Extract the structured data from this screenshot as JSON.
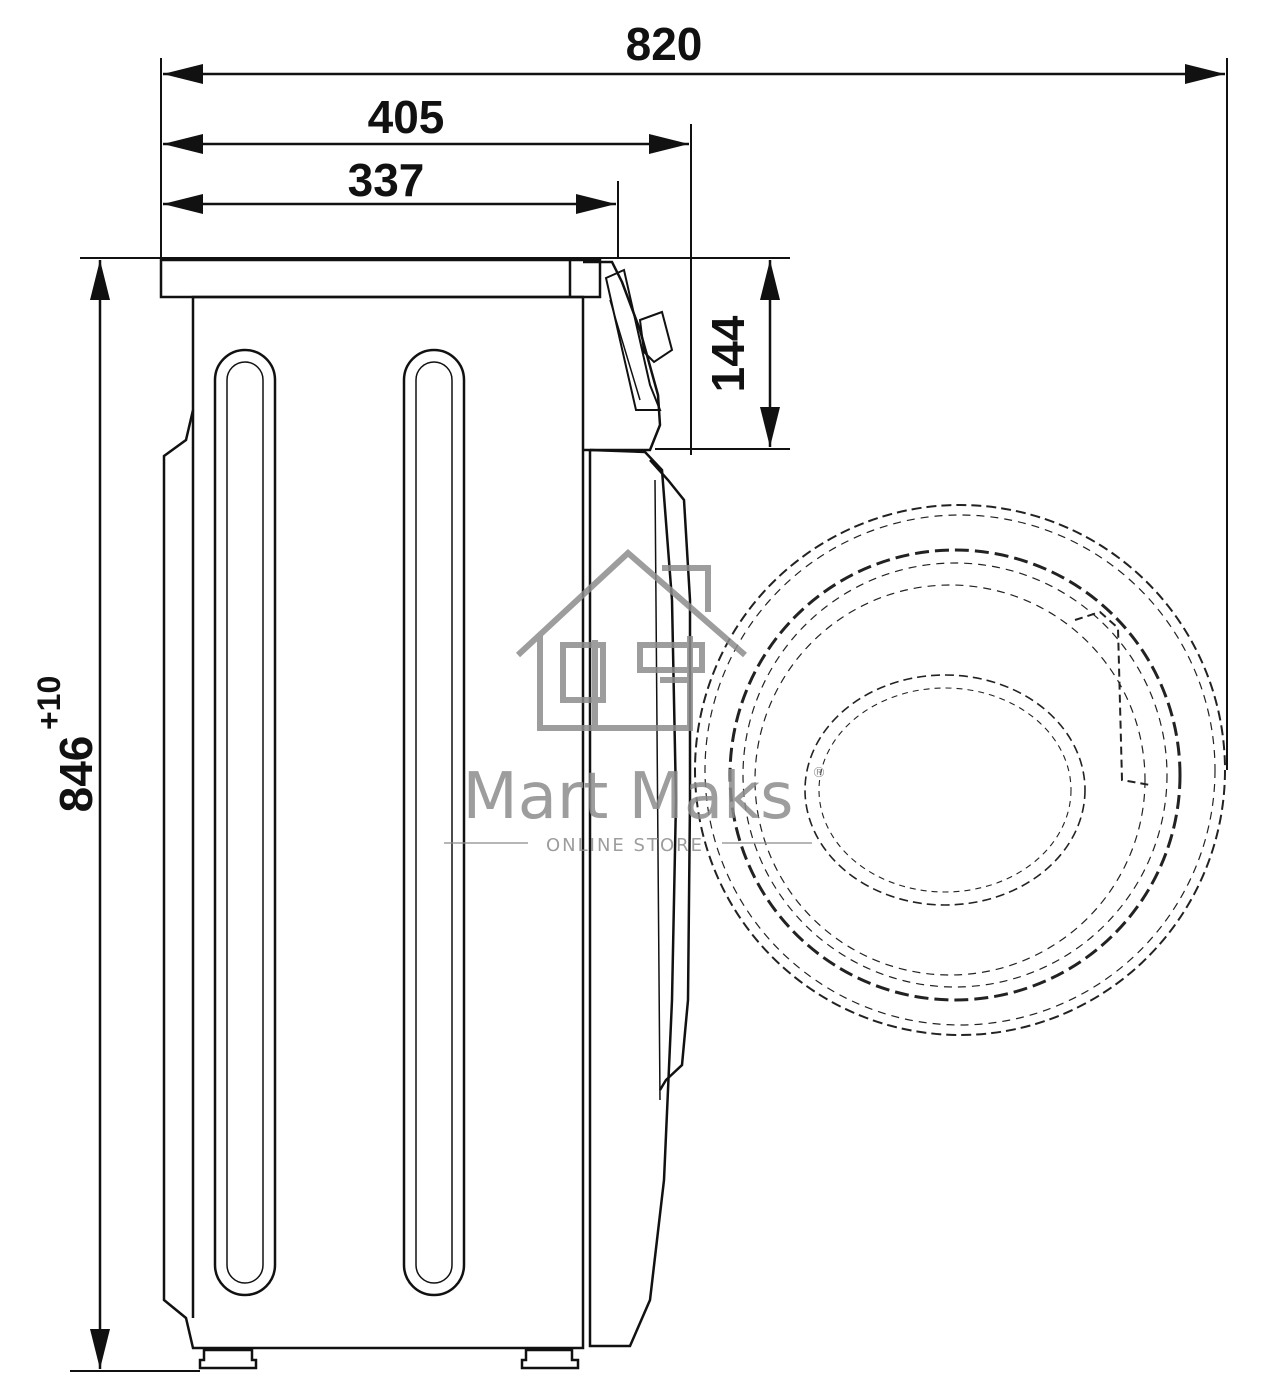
{
  "dimensions": {
    "total_depth_door_open": "820",
    "depth_with_door": "405",
    "body_depth": "337",
    "panel_height": "144",
    "height": "846",
    "height_tolerance": "+10"
  },
  "watermark": {
    "brand": "Mart Maks",
    "registered": "®",
    "tagline": "ONLINE STORE"
  },
  "colors": {
    "line": "#111111",
    "watermark": "#8c8c8c"
  }
}
